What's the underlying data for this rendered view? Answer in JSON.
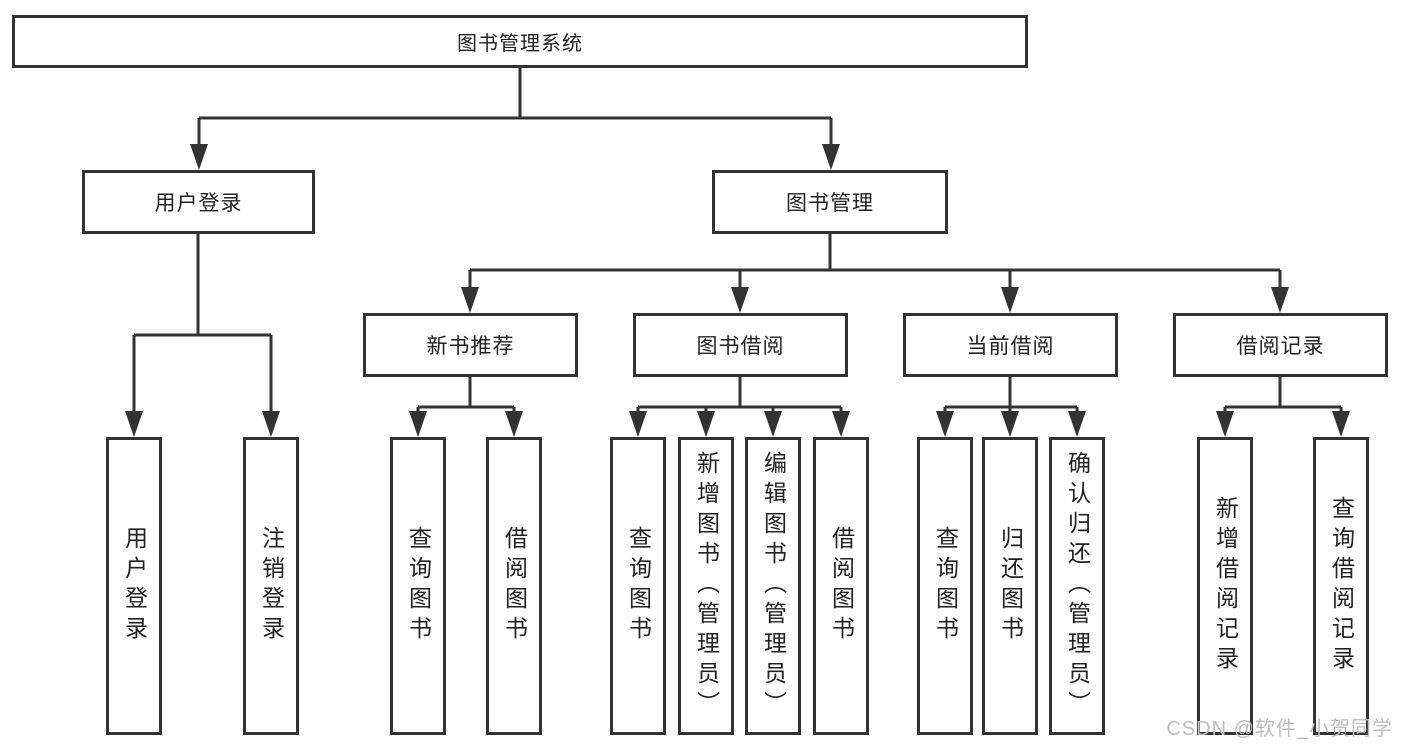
{
  "diagram_title": "图书管理系统",
  "colors": {
    "line": "#333333",
    "box_border": "#333333",
    "text": "#222222",
    "background": "#ffffff",
    "watermark": "#bdbdbd"
  },
  "tree": {
    "root": {
      "label": "图书管理系统",
      "children": [
        {
          "label": "用户登录",
          "children": [
            {
              "label": "用户登录"
            },
            {
              "label": "注销登录"
            }
          ]
        },
        {
          "label": "图书管理",
          "children": [
            {
              "label": "新书推荐",
              "children": [
                {
                  "label": "查询图书"
                },
                {
                  "label": "借阅图书"
                }
              ]
            },
            {
              "label": "图书借阅",
              "children": [
                {
                  "label": "查询图书"
                },
                {
                  "label": "新增图书（管理员）"
                },
                {
                  "label": "编辑图书（管理员）"
                },
                {
                  "label": "借阅图书"
                }
              ]
            },
            {
              "label": "当前借阅",
              "children": [
                {
                  "label": "查询图书"
                },
                {
                  "label": "归还图书"
                },
                {
                  "label": "确认归还（管理员）"
                }
              ]
            },
            {
              "label": "借阅记录",
              "children": [
                {
                  "label": "新增借阅记录"
                },
                {
                  "label": "查询借阅记录"
                }
              ]
            }
          ]
        }
      ]
    }
  },
  "watermark": "CSDN @软件_小贺同学"
}
